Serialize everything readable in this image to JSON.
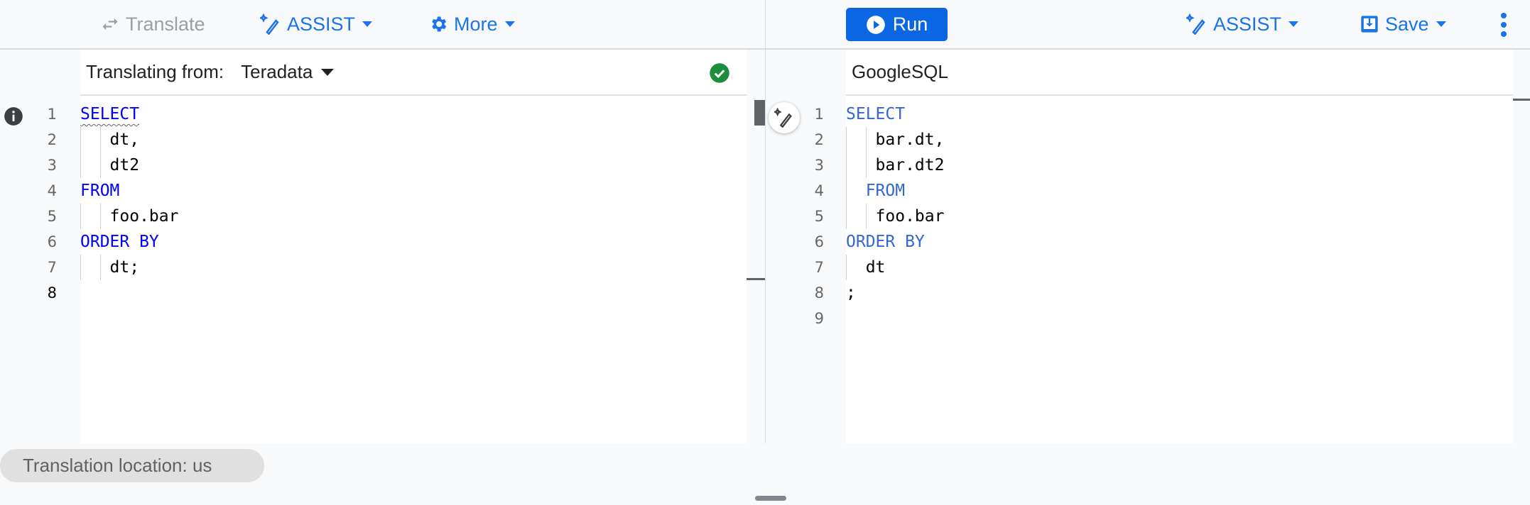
{
  "left_toolbar": {
    "translate": "Translate",
    "assist": "ASSIST",
    "more": "More"
  },
  "right_toolbar": {
    "run": "Run",
    "assist": "ASSIST",
    "save": "Save"
  },
  "left_header": {
    "label": "Translating from:",
    "dialect": "Teradata",
    "status": "valid"
  },
  "right_header": {
    "dialect": "GoogleSQL"
  },
  "left_code": [
    {
      "indent": "",
      "text": "SELECT",
      "kw": true
    },
    {
      "indent": "   ",
      "text": "dt,",
      "kw": false
    },
    {
      "indent": "   ",
      "text": "dt2",
      "kw": false
    },
    {
      "indent": "",
      "text": "FROM",
      "kw": true
    },
    {
      "indent": "   ",
      "text": "foo.bar",
      "kw": false
    },
    {
      "indent": "",
      "text": "ORDER BY",
      "kw": true
    },
    {
      "indent": "   ",
      "text": "dt;",
      "kw": false
    },
    {
      "indent": "",
      "text": "",
      "kw": false
    }
  ],
  "right_code": [
    {
      "indent": "",
      "text": "SELECT",
      "kw": true
    },
    {
      "indent": "   ",
      "text": "bar.dt,",
      "kw": false
    },
    {
      "indent": "   ",
      "text": "bar.dt2",
      "kw": false
    },
    {
      "indent": "  ",
      "text": "FROM",
      "kw": true
    },
    {
      "indent": "   ",
      "text": "foo.bar",
      "kw": false
    },
    {
      "indent": "",
      "text": "ORDER BY",
      "kw": true
    },
    {
      "indent": "  ",
      "text": "dt",
      "kw": false
    },
    {
      "indent": "",
      "text": ";",
      "kw": false
    },
    {
      "indent": "",
      "text": "",
      "kw": false
    }
  ],
  "left_line_numbers": [
    "1",
    "2",
    "3",
    "4",
    "5",
    "6",
    "7",
    "8"
  ],
  "right_line_numbers": [
    "1",
    "2",
    "3",
    "4",
    "5",
    "6",
    "7",
    "8",
    "9"
  ],
  "footer": {
    "location": "Translation location: us"
  },
  "colors": {
    "accent": "#1a73e8",
    "keyword_left": "#0000ff",
    "keyword_right": "#3367d6",
    "success": "#1e8e3e"
  }
}
